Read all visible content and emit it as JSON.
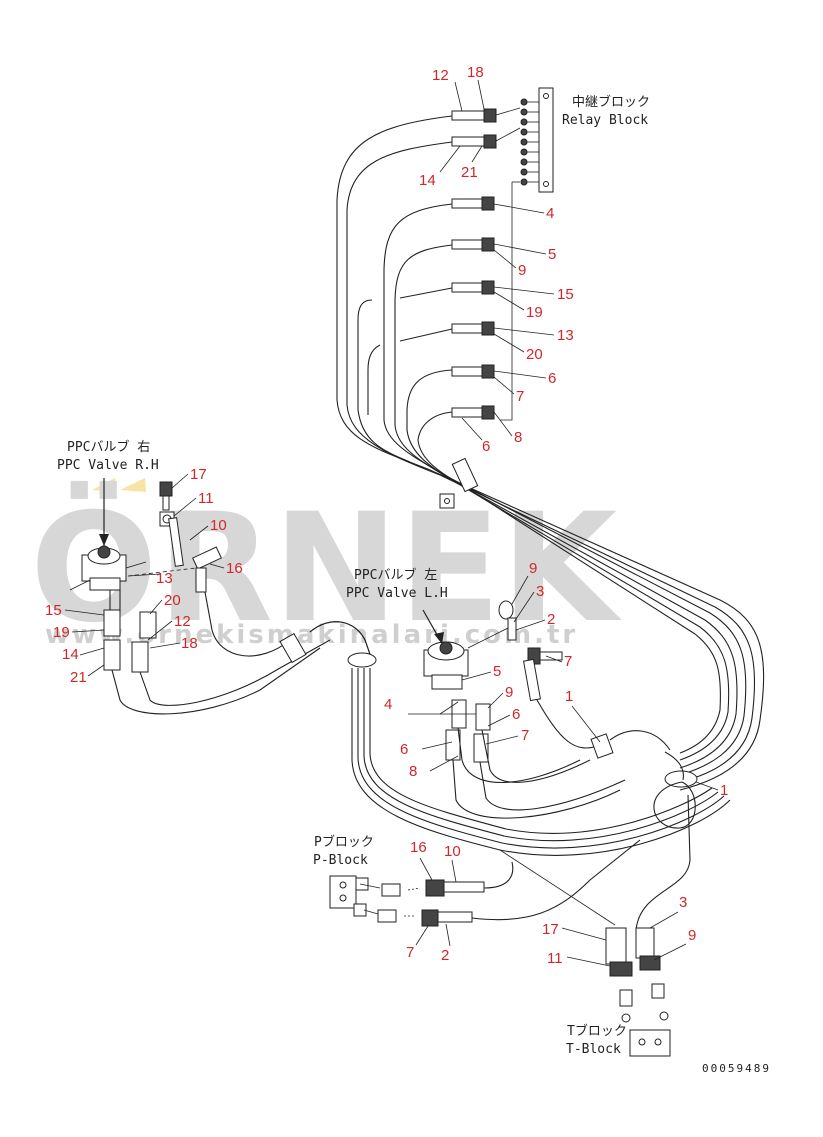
{
  "labels": {
    "relay_block_jp": "中継ブロック",
    "relay_block_en": "Relay Block",
    "ppc_rh_jp": "PPCバルブ 右",
    "ppc_rh_en": "PPC Valve R.H",
    "ppc_lh_jp": "PPCバルブ 左",
    "ppc_lh_en": "PPC Valve L.H",
    "p_block_jp": "Pブロック",
    "p_block_en": "P-Block",
    "t_block_jp": "Tブロック",
    "t_block_en": "T-Block"
  },
  "part_code": "00059489",
  "watermark": {
    "logo": "ÖRNEK",
    "url": "www.ornekismakinalari.com.tr"
  },
  "callouts": {
    "relay": [
      "12",
      "18",
      "14",
      "21",
      "4",
      "5",
      "9",
      "15",
      "19",
      "13",
      "20",
      "6",
      "7",
      "8",
      "6"
    ],
    "rh": [
      "17",
      "11",
      "10",
      "16",
      "13",
      "20",
      "12",
      "18",
      "15",
      "19",
      "14",
      "21"
    ],
    "lh": [
      "9",
      "3",
      "2",
      "7",
      "5",
      "4",
      "9",
      "6",
      "7",
      "6",
      "8",
      "1",
      "1"
    ],
    "bottom": [
      "16",
      "10",
      "7",
      "2",
      "17",
      "11",
      "3",
      "9"
    ]
  },
  "colors": {
    "callout": "#d0282a",
    "line": "#222222",
    "watermark": "#d7d7d7",
    "logo_accent": "#f2c84b"
  }
}
